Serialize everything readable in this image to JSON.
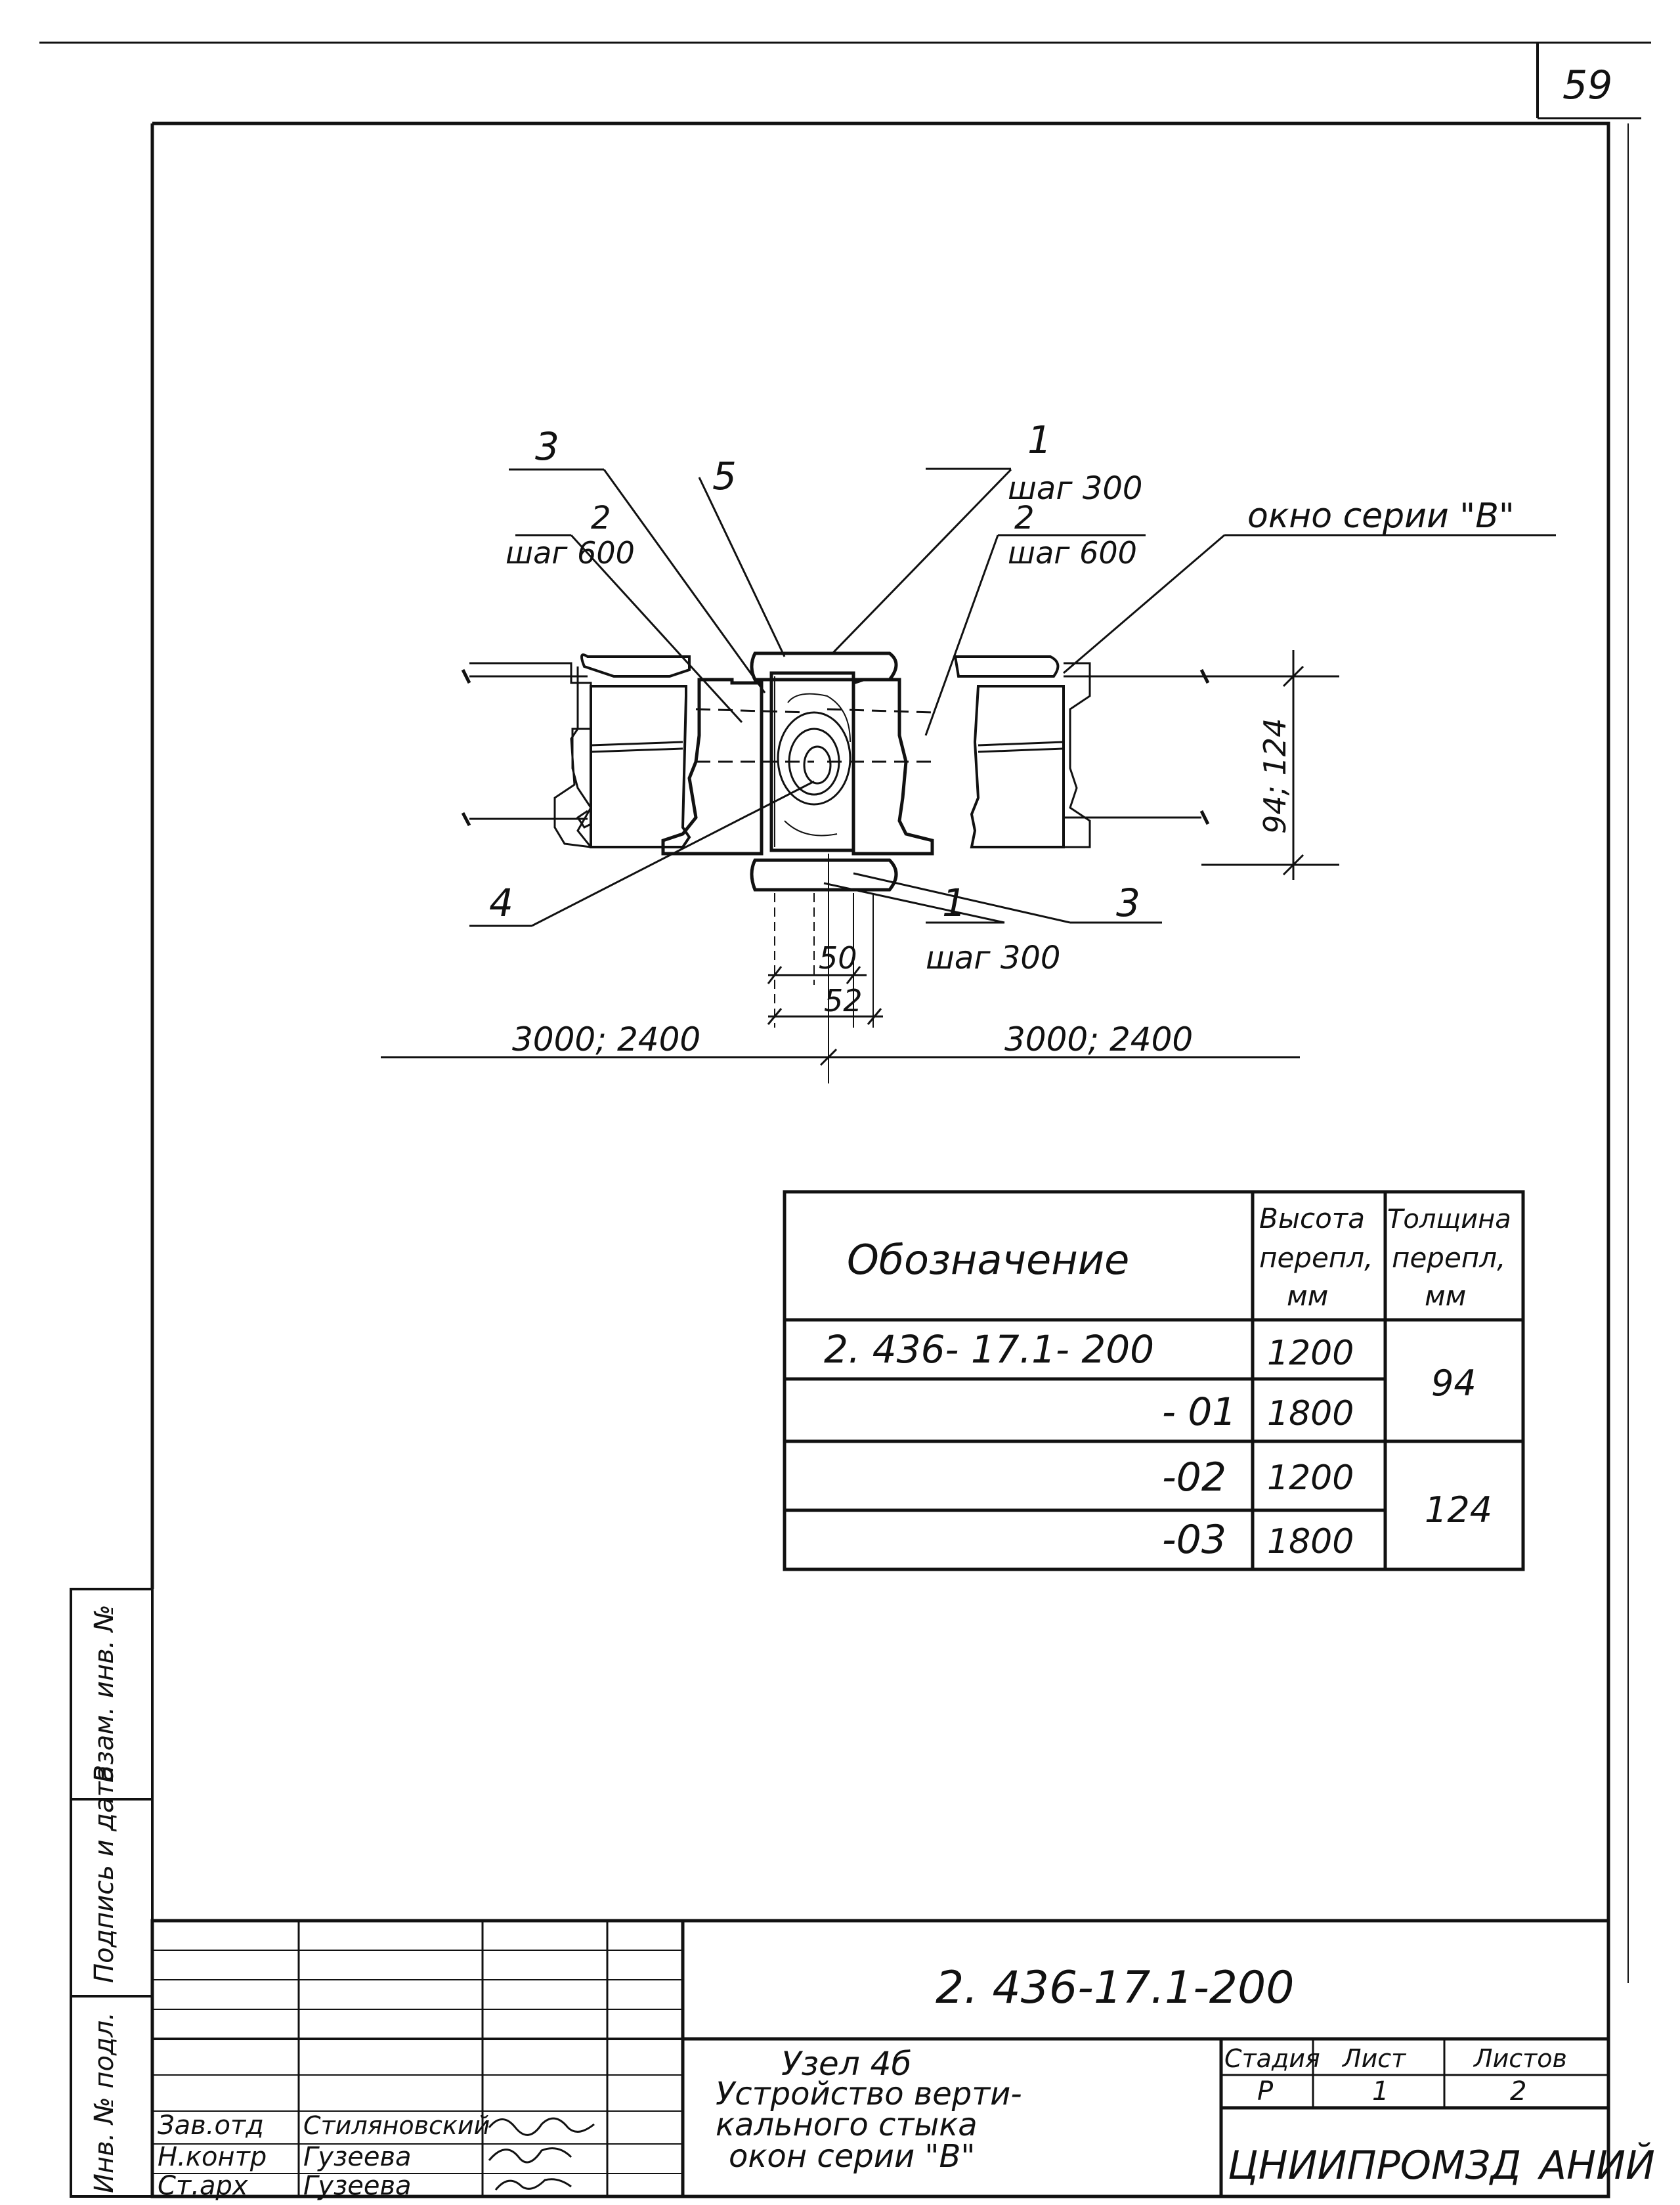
{
  "sheet": {
    "page_number": "59"
  },
  "drawing": {
    "callouts": {
      "top_3": "3",
      "top_5": "5",
      "top_1": "1",
      "top_1_step": "шаг 300",
      "left_2": "2",
      "left_2_step": "шаг 600",
      "right_2": "2",
      "right_2_step": "шаг 600",
      "window_label": "окно серии \"В\"",
      "bottom_4": "4",
      "bottom_1": "1",
      "bottom_1_step": "шаг 300",
      "bottom_3": "3"
    },
    "dimensions": {
      "thickness": "94; 124",
      "dim_50": "50",
      "dim_52": "52",
      "left_span": "3000; 2400",
      "right_span": "3000; 2400"
    }
  },
  "spec_table": {
    "headers": {
      "designation": "Обозначение",
      "height": "Высота перепл, мм",
      "height_lines": [
        "Высота",
        "перепл,",
        "мм"
      ],
      "thickness_lines": [
        "Толщина",
        "перепл,",
        "мм"
      ]
    },
    "rows": [
      {
        "designation": "2. 436- 17.1- 200",
        "height": "1200"
      },
      {
        "designation": "- 01",
        "height": "1800"
      },
      {
        "designation": "-02",
        "height": "1200"
      },
      {
        "designation": "-03",
        "height": "1800"
      }
    ],
    "thickness_groups": [
      "94",
      "124"
    ]
  },
  "side_stamp": {
    "inv_replace": "Взам. инв. №",
    "sign_date": "Подпись и дата",
    "inv_original": "Инв. № подл."
  },
  "title_block": {
    "doc_code": "2. 436-17.1-200",
    "title_lines": [
      "Узел 4б",
      "Устройство верти-",
      "кального стыка",
      "окон серии \"В\""
    ],
    "stage_label": "Стадия",
    "sheet_label": "Лист",
    "sheets_label": "Листов",
    "stage_value": "Р",
    "sheet_value": "1",
    "sheets_value": "2",
    "organization": "ЦНИИПРОМЗДАНИЙ",
    "org_display_left": "ЦНИИПРОМЗД",
    "org_display_right": "АНИЙ",
    "staff": [
      {
        "role": "Зав.отд",
        "name": "Стиляновский"
      },
      {
        "role": "Н.контр",
        "name": "Гузеева"
      },
      {
        "role": "Ст.арх",
        "name": "Гузеева"
      }
    ]
  }
}
